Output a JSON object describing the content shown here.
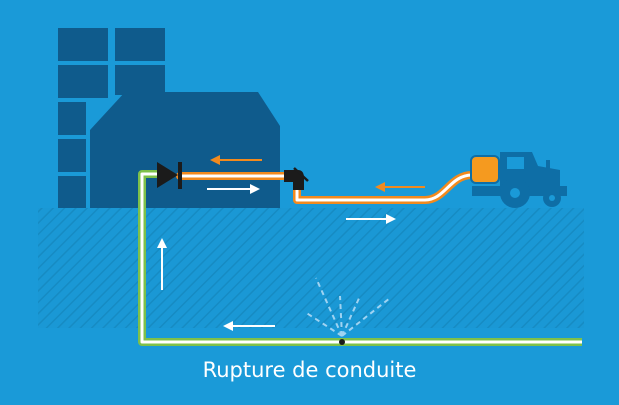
{
  "caption": "Rupture de conduite",
  "colors": {
    "background": "#1a9ad8",
    "building": "#0f5b8c",
    "ground_hatch": "#178dc6",
    "pipe_orange": "#f28a1e",
    "pipe_green": "#7ec04a",
    "valve_black": "#1b1b1b",
    "tractor": "#0e6ea6",
    "tank": "#f59a1f",
    "arrow_white": "#ffffff",
    "spray": "#9fd3f2"
  },
  "icons": [
    "building",
    "valve",
    "tap",
    "tractor",
    "tank",
    "leak-spray"
  ]
}
